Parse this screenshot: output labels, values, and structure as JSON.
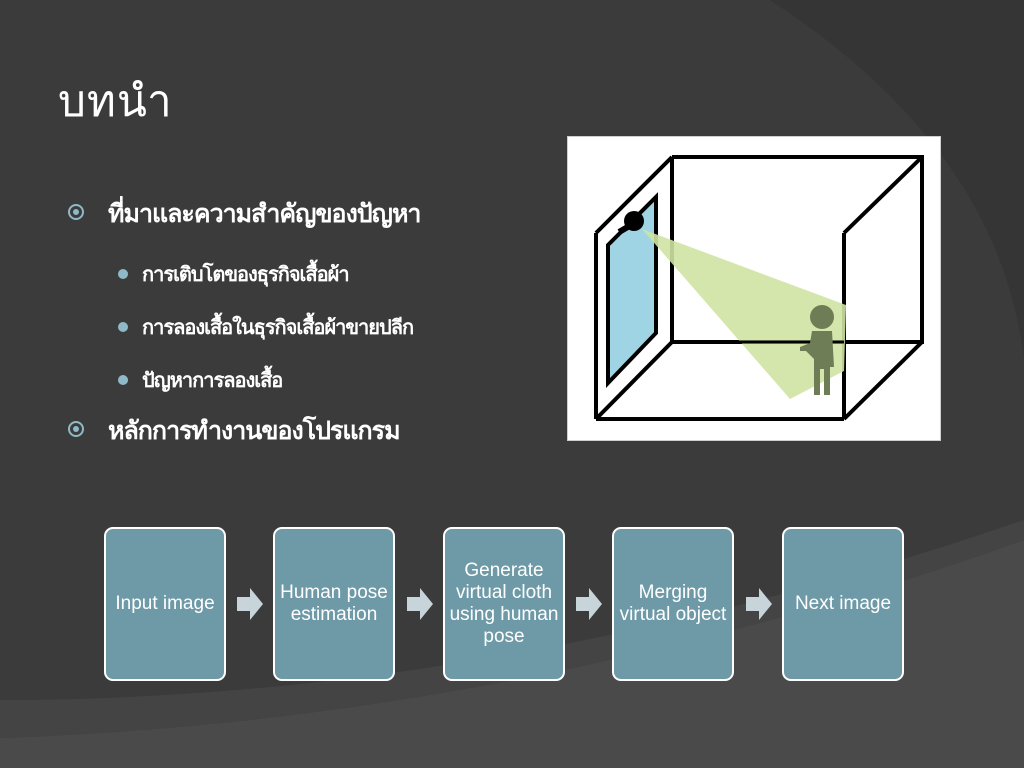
{
  "slide": {
    "title": "บทนำ",
    "bullets": [
      {
        "text": "ที่มาและความสำคัญของปัญหา",
        "subitems": [
          "การเติบโตของธุรกิจเสื้อผ้า",
          "การลองเสื้อในธุรกิจเสื้อผ้าขายปลีก",
          "ปัญหาการลองเสื้อ"
        ]
      },
      {
        "text": "หลักการทำงานของโปรแกรม",
        "subitems": []
      }
    ]
  },
  "flowchart": {
    "steps": [
      "Input image",
      "Human pose estimation",
      "Generate virtual cloth using human pose",
      "Merging virtual object",
      "Next image"
    ]
  },
  "colors": {
    "background": "#3b3b3b",
    "accent": "#8fb9c7",
    "box_fill": "#6e9aa8",
    "mirror": "#9ed4e4",
    "light_cone": "#cfe3a3",
    "person": "#6e7d55"
  },
  "icons": {
    "bullet_level1": "circled-dot-icon",
    "bullet_level2": "dot-icon",
    "arrow": "right-arrow-icon"
  }
}
